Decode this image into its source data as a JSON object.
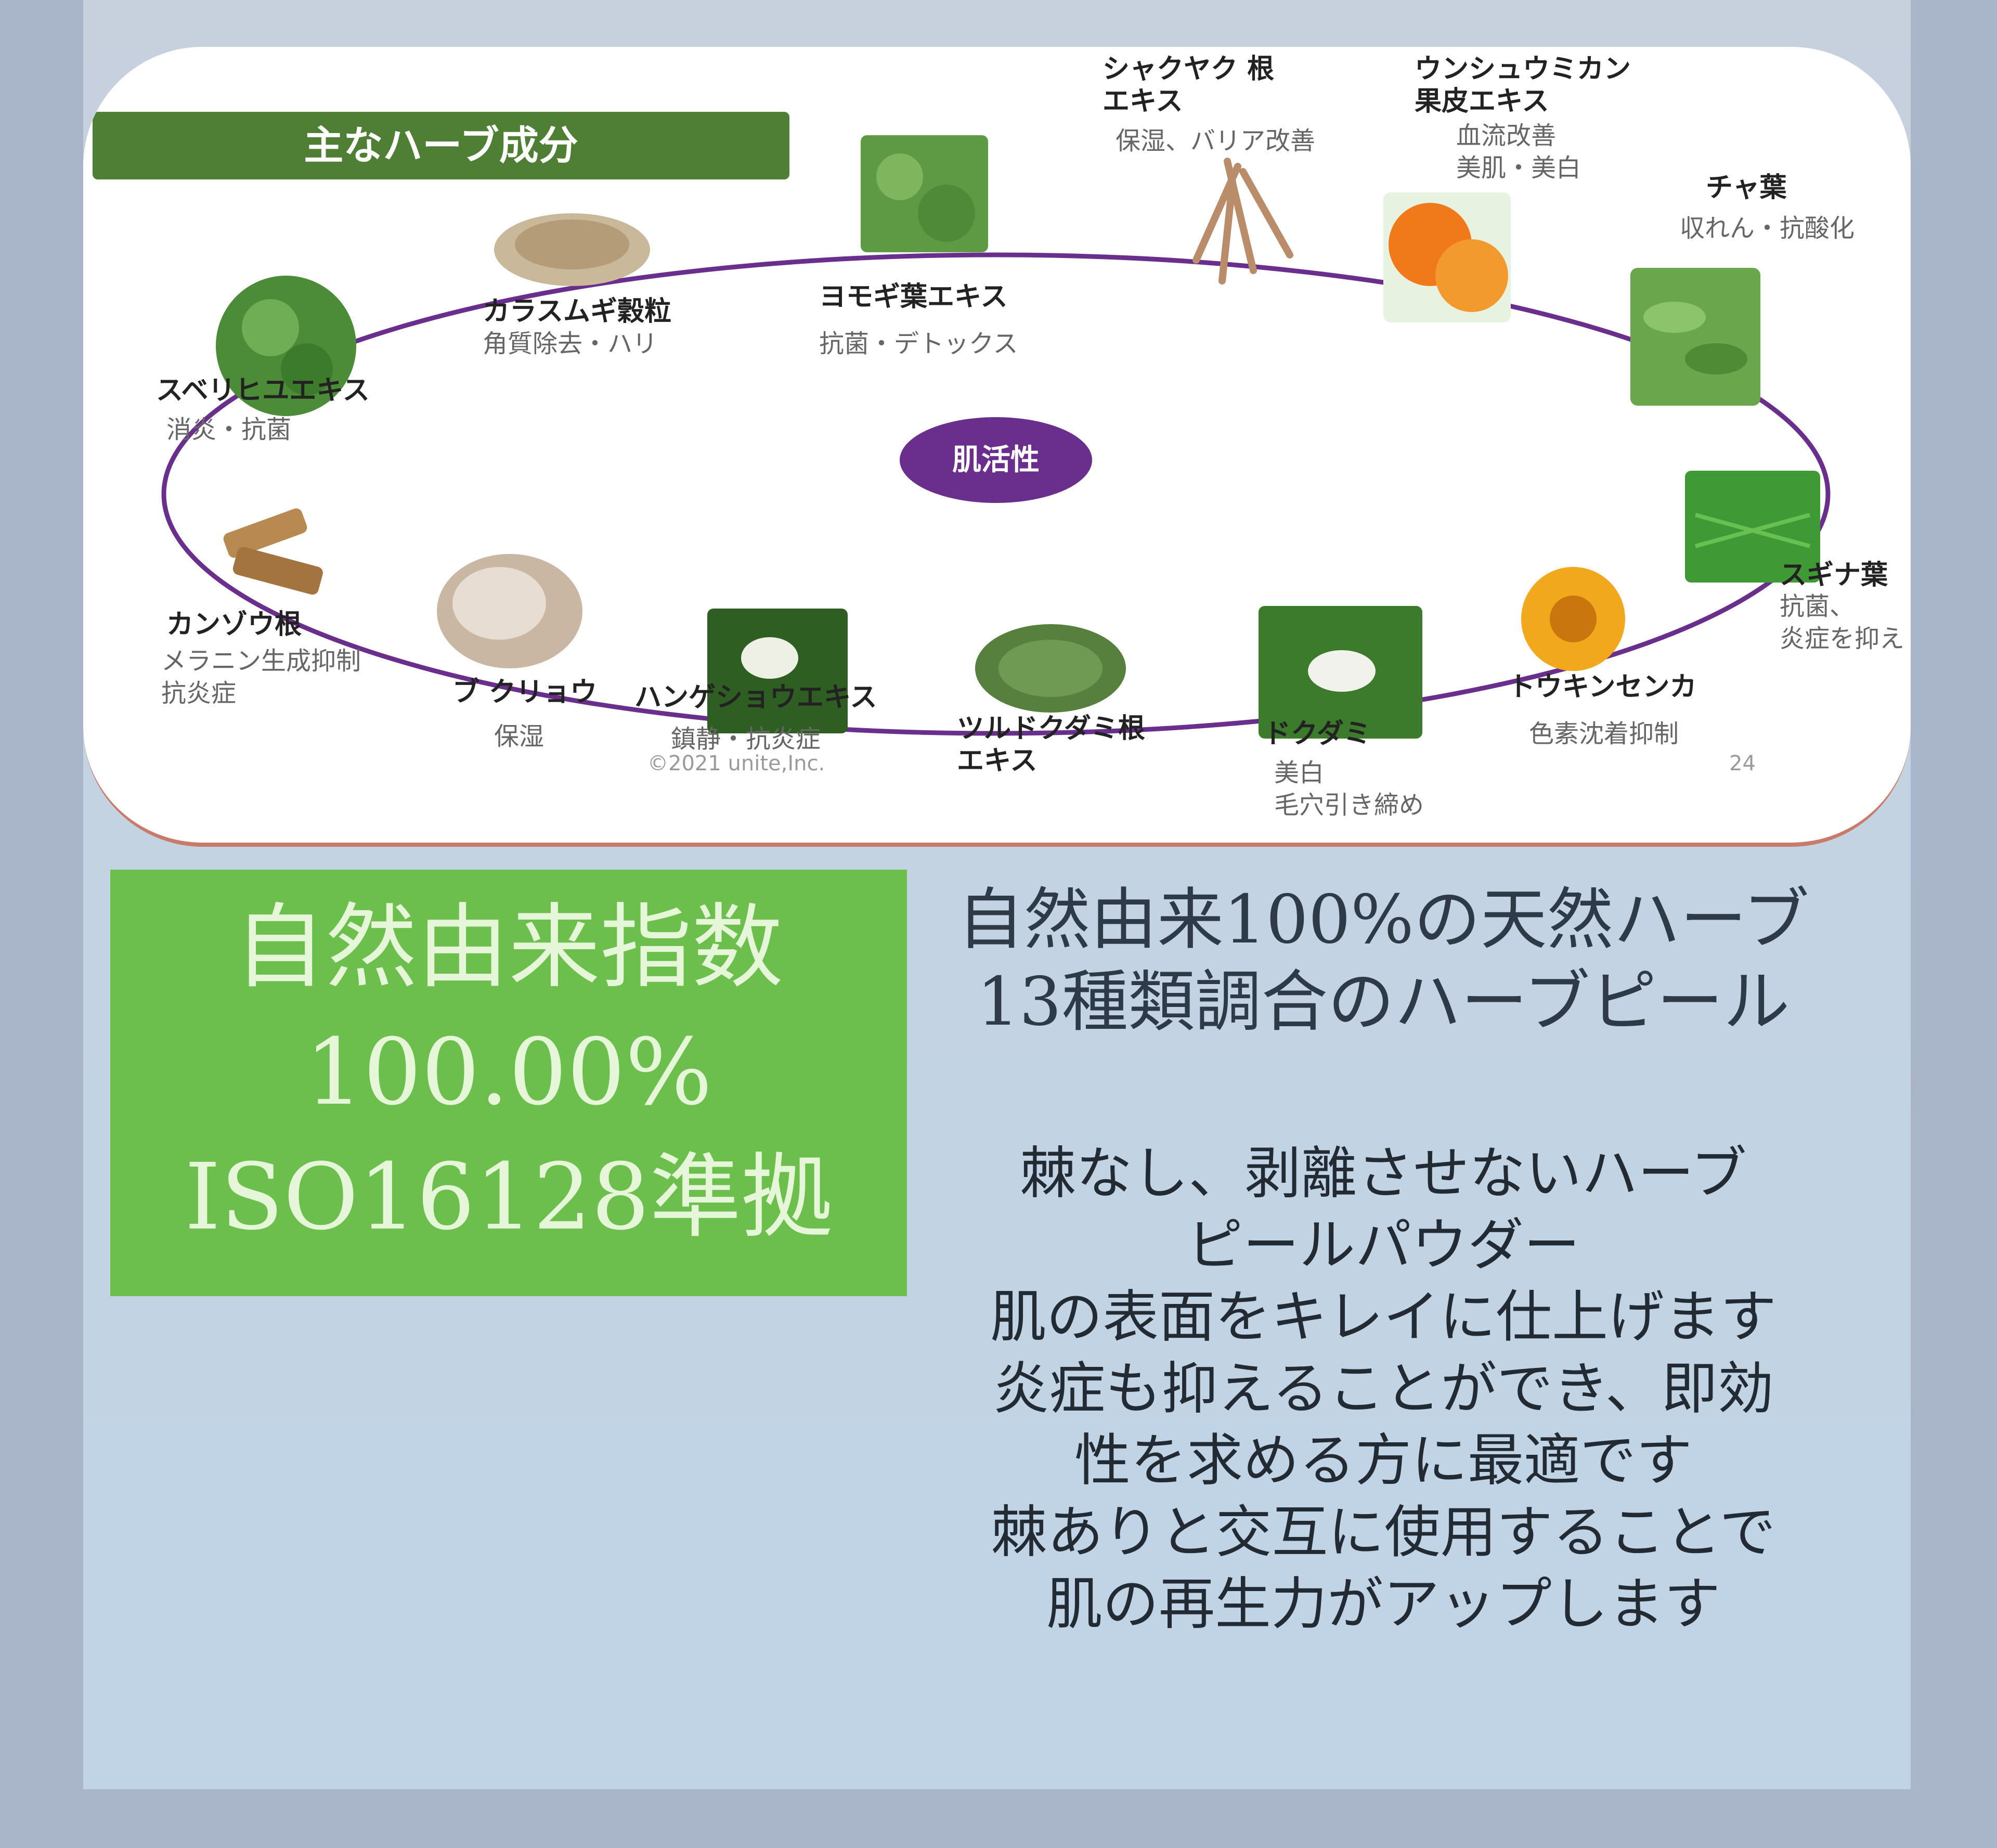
{
  "diagram": {
    "title": "主なハーブ成分",
    "center": "肌活性",
    "credit": "©2021 unite,Inc.",
    "page_number": "24",
    "herbs": [
      {
        "name": "カラスムギ穀粒",
        "effect": "角質除去・ハリ"
      },
      {
        "name": "ヨモギ葉エキス",
        "effect": "抗菌・デトックス"
      },
      {
        "name": "シャクヤク 根\nエキス",
        "effect": "保湿、バリア改善"
      },
      {
        "name": "ウンシュウミカン\n果皮エキス",
        "effect": "血流改善\n美肌・美白"
      },
      {
        "name": "チャ葉",
        "effect": "収れん・抗酸化"
      },
      {
        "name": "スギナ葉",
        "effect": "抗菌、\n炎症を抑え"
      },
      {
        "name": "トウキンセンカ",
        "effect": "色素沈着抑制"
      },
      {
        "name": "ドクダミ",
        "effect": "美白\n毛穴引き締め"
      },
      {
        "name": "ツルドクダミ根\nエキス",
        "effect": ""
      },
      {
        "name": "ハンゲショウエキス",
        "effect": "鎮静・抗炎症"
      },
      {
        "name": "ブ クリョウ",
        "effect": "保湿"
      },
      {
        "name": "カンゾウ根",
        "effect": "メラニン生成抑制\n抗炎症"
      },
      {
        "name": "スベリヒユエキス",
        "effect": "消炎・抗菌"
      }
    ],
    "colors": {
      "ring": "#6a2f8c",
      "title_bar": "#4e7f35"
    }
  },
  "index_box": {
    "line1": "自然由来指数",
    "line2": "100.00%",
    "line3": "ISO16128準拠"
  },
  "headline": {
    "line1": "自然由来100%の天然ハーブ",
    "line2": "13種類調合のハーブピール"
  },
  "description": {
    "lines": [
      "棘なし、剥離させないハーブ",
      "ピールパウダー",
      "肌の表面をキレイに仕上げます",
      "炎症も抑えることができ、即効",
      "性を求める方に最適です",
      "棘ありと交互に使用することで",
      "肌の再生力がアップします"
    ]
  }
}
